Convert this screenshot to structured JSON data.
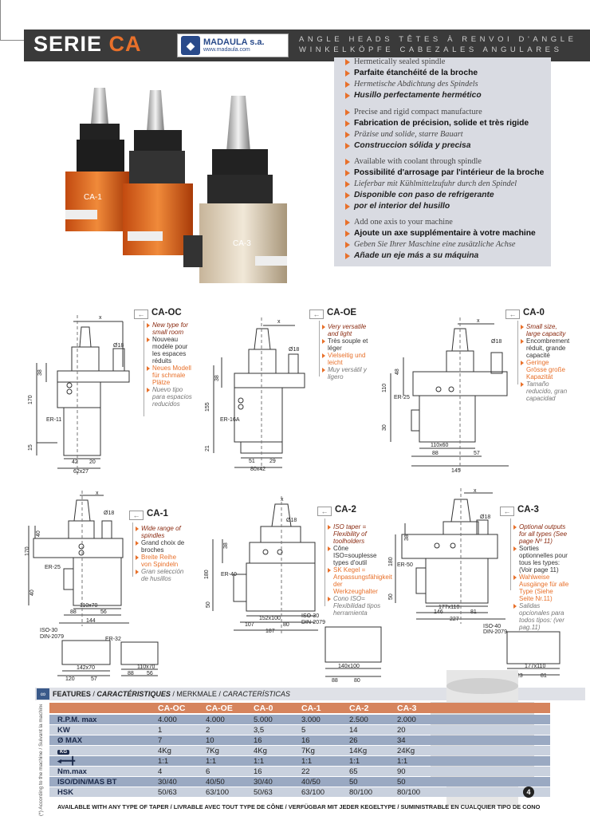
{
  "header": {
    "serie": "SERIE",
    "model": "CA",
    "brand": "MADAULA s.a.",
    "url": "www.madaula.com",
    "title_line1": "ANGLE HEADS TÊTES À RENVOI D'ANGLE",
    "title_line2": "WINKELKÖPFE CABEZALES ANGULARES"
  },
  "features": [
    {
      "en": "Hermetically sealed spindle",
      "fr": "Parfaite étanchéité de la broche",
      "de": "Hermetische Abdichtung des Spindels",
      "es": "Husillo perfectamente hermético"
    },
    {
      "en": "Precise and rigid compact manufacture",
      "fr": "Fabrication de précision, solide et très rigide",
      "de": "Präzise und solide, starre Bauart",
      "es": "Construccion sólida y precisa"
    },
    {
      "en": "Available with coolant through spindle",
      "fr": "Possibilité d'arrosage par l'intérieur de la broche",
      "de": "Lieferbar mit Kühlmittelzufuhr durch den Spindel",
      "es": "Disponible con paso de refrigerante",
      "es2": "por el interior del husillo"
    },
    {
      "en": "Add one axis to your machine",
      "fr": "Ajoute un axe supplémentaire à votre machine",
      "de": "Geben Sie Ihrer Maschine eine zusätzliche Achse",
      "es": "Añade un eje más a su máquina"
    }
  ],
  "photo": {
    "label_a": "CA-1",
    "label_b": "CA-3"
  },
  "models": [
    {
      "id": "CA-OC",
      "en": "New type for small room",
      "fr": "Nouveau modèle pour les espaces réduits",
      "de": "Neues Modell für schmale Plätze",
      "es": "Nuevo tipo para espacios reducidos",
      "dims": {
        "x": "x",
        "d": "Ø18",
        "h1": "38",
        "h2": "170",
        "h3": "15",
        "w1": "42",
        "w2": "20",
        "w3": "62x27",
        "er": "ER-11"
      }
    },
    {
      "id": "CA-OE",
      "en": "Very versatile and light",
      "fr": "Très souple et léger",
      "de": "Vielseitig und leicht",
      "es": "Muy versátil y ligero",
      "dims": {
        "x": "x",
        "d": "Ø18",
        "h1": "38",
        "h2": "155",
        "h3": "21",
        "w1": "51",
        "w2": "29",
        "w3": "80x42",
        "er": "ER-16A"
      }
    },
    {
      "id": "CA-0",
      "en": "Small size, large capacity",
      "fr": "Encombrement réduit, grande capacité",
      "de": "Geringe Grösse große Kapazität",
      "es": "Tamaño reducido, gran capacidad",
      "dims": {
        "x": "x",
        "d": "Ø18",
        "h1": "48",
        "h2": "110",
        "h3": "30",
        "w1": "110x60",
        "w2": "88",
        "w3": "57",
        "w4": "145",
        "er": "ER-25"
      }
    },
    {
      "id": "CA-1",
      "en": "Wide range of spindles",
      "fr": "Grand choix de broches",
      "de": "Breite Reihe von Spindeln",
      "es": "Gran selección de husillos",
      "dims": {
        "x": "x",
        "d": "Ø18",
        "h1": "40",
        "h2": "170",
        "h3": "40",
        "w1": "110x70",
        "w2": "88",
        "w3": "56",
        "w4": "144",
        "er": "ER-25"
      }
    },
    {
      "id": "CA-2",
      "en": "ISO taper = Flexibility of toolholders",
      "fr": "Cône ISO=souplesse types d'outil",
      "de": "SK Kegel = Anpassungsfähigkeit der Werkzeughalter",
      "es": "Cono ISO= Flexibilidad tipos herramienta",
      "dims": {
        "x": "x",
        "d": "Ø18",
        "h1": "38",
        "h2": "180",
        "h3": "50",
        "w1": "152x100",
        "w2": "107",
        "w3": "80",
        "w4": "187",
        "er": "ER-40"
      }
    },
    {
      "id": "CA-3",
      "en": "Optional outputs for all types (See page Nº 11)",
      "fr": "Sorties optionnelles pour tous les types: (Voir page 11)",
      "de": "Wahlweise Ausgänge für alle Type (Siehe Seite Nr.11)",
      "es": "Salidas opcionales para todos tipos: (ver pag.11)",
      "dims": {
        "x": "x",
        "d": "Ø18",
        "h1": "38",
        "h2": "180",
        "h3": "50",
        "w1": "177x110",
        "w2": "146",
        "w3": "81",
        "w4": "227",
        "er": "ER-50"
      }
    }
  ],
  "sub_drawings": {
    "a": {
      "iso": "ISO-30",
      "din": "DIN-2079",
      "w1": "142x70",
      "w2": "120",
      "w3": "57"
    },
    "b": {
      "er": "ER-32",
      "w1": "110x70",
      "w2": "88",
      "w3": "56"
    },
    "c": {
      "iso": "ISO-30",
      "din": "DIN-2079",
      "w1": "140x100",
      "w2": "88",
      "w3": "80"
    },
    "d": {
      "iso": "ISO-40",
      "din": "DIN-2079",
      "w1": "177x110",
      "w2": "123",
      "w3": "81"
    }
  },
  "table": {
    "heading_en": "FEATURES",
    "heading_es": "CARACTÉRISTIQUES",
    "heading_de": "MERKMALE",
    "heading_es2": "CARACTERÍSTICAS",
    "side_note": "(*) According to the machine / Suivant la machine / Nach der Maschine / Según máquina",
    "columns": [
      "CA-OC",
      "CA-OE",
      "CA-0",
      "CA-1",
      "CA-2",
      "CA-3"
    ],
    "rows": [
      {
        "label": "R.P.M. max",
        "values": [
          "4.000",
          "4.000",
          "5.000",
          "3.000",
          "2.500",
          "2.000"
        ]
      },
      {
        "label": "KW",
        "values": [
          "1",
          "2",
          "3,5",
          "5",
          "14",
          "20"
        ]
      },
      {
        "label": "Ø MAX",
        "values": [
          "7",
          "10",
          "16",
          "16",
          "26",
          "34"
        ]
      },
      {
        "label": "kg-icon",
        "values": [
          "4Kg",
          "7Kg",
          "4Kg",
          "7Kg",
          "14Kg",
          "24Kg"
        ]
      },
      {
        "label": "ratio-icon",
        "values": [
          "1:1",
          "1:1",
          "1:1",
          "1:1",
          "1:1",
          "1:1"
        ]
      },
      {
        "label": "Nm.max",
        "values": [
          "4",
          "6",
          "16",
          "22",
          "65",
          "90"
        ]
      },
      {
        "label": "ISO/DIN/MAS BT",
        "values": [
          "30/40",
          "40/50",
          "30/40",
          "40/50",
          "50",
          "50"
        ]
      },
      {
        "label": "HSK",
        "values": [
          "50/63",
          "63/100",
          "50/63",
          "63/100",
          "80/100",
          "80/100"
        ]
      }
    ],
    "footer": "AVAILABLE WITH ANY TYPE OF TAPER / LIVRABLE AVEC TOUT TYPE DE CÔNE / VERFÜGBAR MIT JEDER KEGELTYPE / SUMINISTRABLE EN CUALQUIER TIPO DE CONO",
    "page": "4"
  },
  "colors": {
    "accent": "#e8702a",
    "header": "#3a3a3a",
    "table_head": "#d6845d",
    "table_blue": "#9aa9c2",
    "table_light": "#c9d1de",
    "panel": "#d9dbe2"
  }
}
